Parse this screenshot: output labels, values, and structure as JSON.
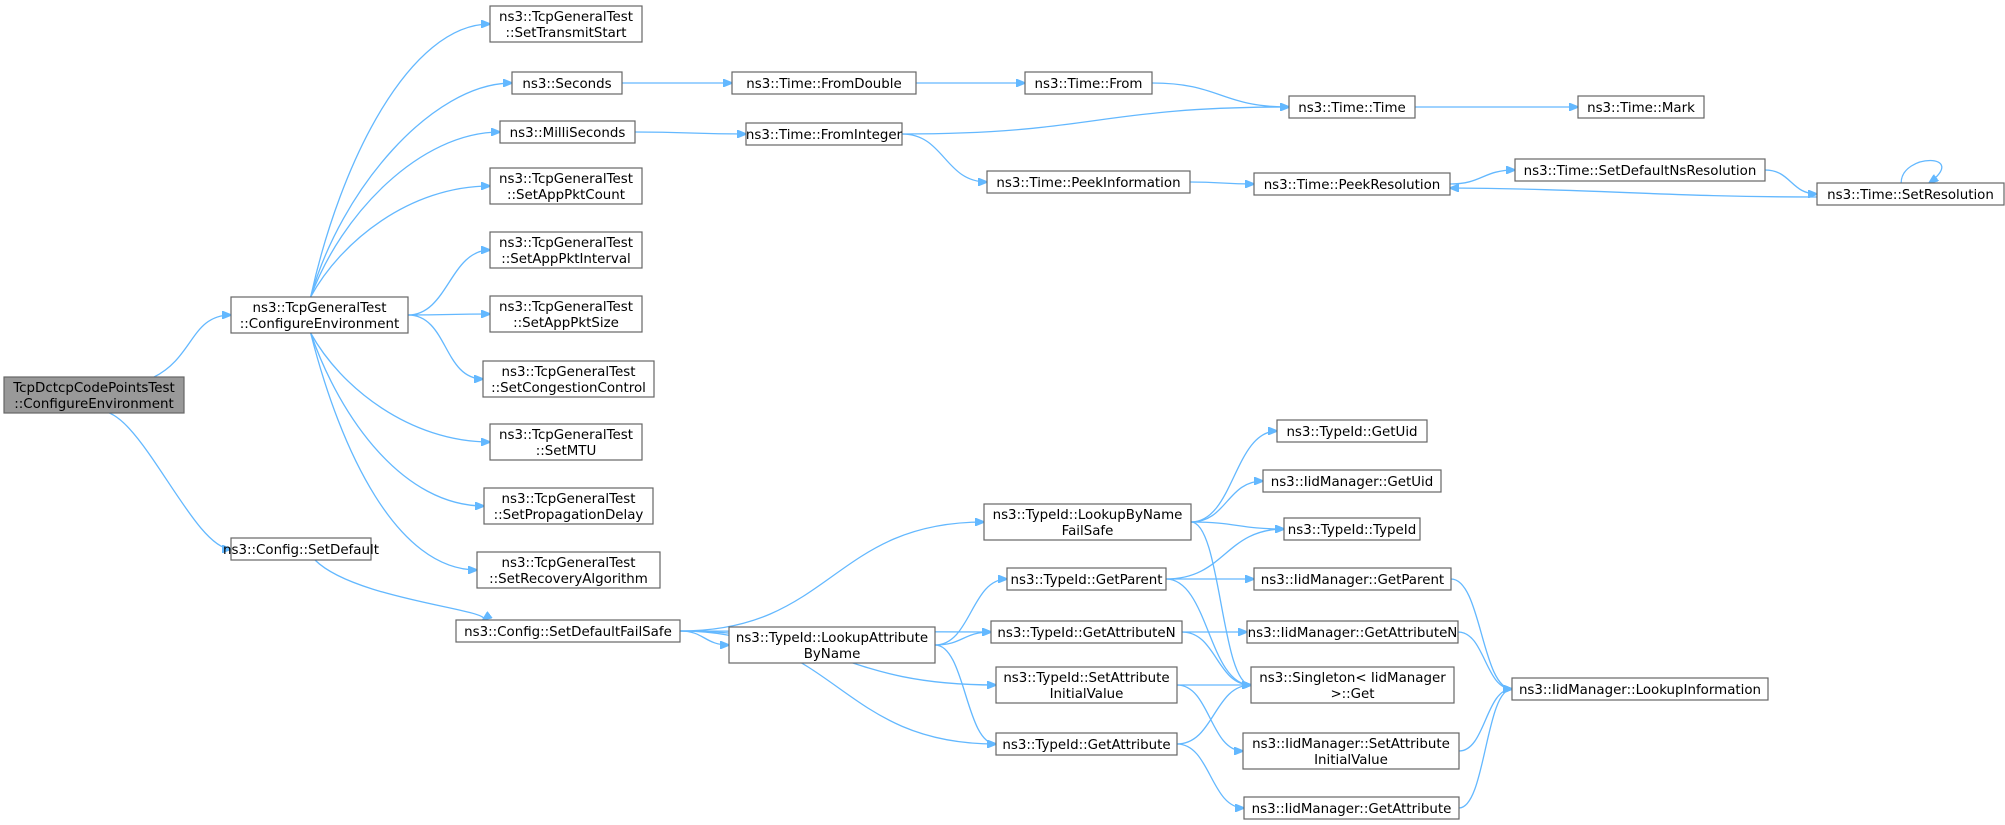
{
  "diagram": {
    "type": "call-graph",
    "colors": {
      "edge": "#63b8ff",
      "node_border": "#666666",
      "root_fill": "#999999",
      "node_fill": "#ffffff"
    },
    "nodes": [
      {
        "id": "root",
        "lines": [
          "TcpDctcpCodePointsTest",
          "::ConfigureEnvironment"
        ],
        "root": true
      },
      {
        "id": "tgt_conf",
        "lines": [
          "ns3::TcpGeneralTest",
          "::ConfigureEnvironment"
        ]
      },
      {
        "id": "cfg_setdef",
        "lines": [
          "ns3::Config::SetDefault"
        ]
      },
      {
        "id": "set_tx",
        "lines": [
          "ns3::TcpGeneralTest",
          "::SetTransmitStart"
        ]
      },
      {
        "id": "seconds",
        "lines": [
          "ns3::Seconds"
        ]
      },
      {
        "id": "millis",
        "lines": [
          "ns3::MilliSeconds"
        ]
      },
      {
        "id": "pktcount",
        "lines": [
          "ns3::TcpGeneralTest",
          "::SetAppPktCount"
        ]
      },
      {
        "id": "pktint",
        "lines": [
          "ns3::TcpGeneralTest",
          "::SetAppPktInterval"
        ]
      },
      {
        "id": "pktsize",
        "lines": [
          "ns3::TcpGeneralTest",
          "::SetAppPktSize"
        ]
      },
      {
        "id": "congctl",
        "lines": [
          "ns3::TcpGeneralTest",
          "::SetCongestionControl"
        ]
      },
      {
        "id": "mtu",
        "lines": [
          "ns3::TcpGeneralTest",
          "::SetMTU"
        ]
      },
      {
        "id": "propdel",
        "lines": [
          "ns3::TcpGeneralTest",
          "::SetPropagationDelay"
        ]
      },
      {
        "id": "recalg",
        "lines": [
          "ns3::TcpGeneralTest",
          "::SetRecoveryAlgorithm"
        ]
      },
      {
        "id": "failsafe",
        "lines": [
          "ns3::Config::SetDefaultFailSafe"
        ]
      },
      {
        "id": "fromdouble",
        "lines": [
          "ns3::Time::FromDouble"
        ]
      },
      {
        "id": "fromint",
        "lines": [
          "ns3::Time::FromInteger"
        ]
      },
      {
        "id": "from",
        "lines": [
          "ns3::Time::From"
        ]
      },
      {
        "id": "peekinfo",
        "lines": [
          "ns3::Time::PeekInformation"
        ]
      },
      {
        "id": "time",
        "lines": [
          "ns3::Time::Time"
        ]
      },
      {
        "id": "peekres",
        "lines": [
          "ns3::Time::PeekResolution"
        ]
      },
      {
        "id": "mark",
        "lines": [
          "ns3::Time::Mark"
        ]
      },
      {
        "id": "setdefns",
        "lines": [
          "ns3::Time::SetDefaultNsResolution"
        ]
      },
      {
        "id": "setres",
        "lines": [
          "ns3::Time::SetResolution"
        ]
      },
      {
        "id": "lookupattr",
        "lines": [
          "ns3::TypeId::LookupAttribute",
          "ByName"
        ]
      },
      {
        "id": "lookupname",
        "lines": [
          "ns3::TypeId::LookupByName",
          "FailSafe"
        ]
      },
      {
        "id": "getparent",
        "lines": [
          "ns3::TypeId::GetParent"
        ]
      },
      {
        "id": "getattrn",
        "lines": [
          "ns3::TypeId::GetAttributeN"
        ]
      },
      {
        "id": "setattrinit",
        "lines": [
          "ns3::TypeId::SetAttribute",
          "InitialValue"
        ]
      },
      {
        "id": "getattr",
        "lines": [
          "ns3::TypeId::GetAttribute"
        ]
      },
      {
        "id": "getuid",
        "lines": [
          "ns3::TypeId::GetUid"
        ]
      },
      {
        "id": "iid_getuid",
        "lines": [
          "ns3::IidManager::GetUid"
        ]
      },
      {
        "id": "typeid",
        "lines": [
          "ns3::TypeId::TypeId"
        ]
      },
      {
        "id": "iid_getparent",
        "lines": [
          "ns3::IidManager::GetParent"
        ]
      },
      {
        "id": "iid_getattrn",
        "lines": [
          "ns3::IidManager::GetAttributeN"
        ]
      },
      {
        "id": "singleton",
        "lines": [
          "ns3::Singleton< IidManager",
          ">::Get"
        ]
      },
      {
        "id": "iid_setattr",
        "lines": [
          "ns3::IidManager::SetAttribute",
          "InitialValue"
        ]
      },
      {
        "id": "iid_getattr",
        "lines": [
          "ns3::IidManager::GetAttribute"
        ]
      },
      {
        "id": "iid_lookup",
        "lines": [
          "ns3::IidManager::LookupInformation"
        ]
      }
    ],
    "edges": [
      [
        "root",
        "tgt_conf"
      ],
      [
        "root",
        "cfg_setdef"
      ],
      [
        "tgt_conf",
        "set_tx"
      ],
      [
        "tgt_conf",
        "seconds"
      ],
      [
        "tgt_conf",
        "millis"
      ],
      [
        "tgt_conf",
        "pktcount"
      ],
      [
        "tgt_conf",
        "pktint"
      ],
      [
        "tgt_conf",
        "pktsize"
      ],
      [
        "tgt_conf",
        "congctl"
      ],
      [
        "tgt_conf",
        "mtu"
      ],
      [
        "tgt_conf",
        "propdel"
      ],
      [
        "tgt_conf",
        "recalg"
      ],
      [
        "cfg_setdef",
        "failsafe"
      ],
      [
        "seconds",
        "fromdouble"
      ],
      [
        "millis",
        "fromint"
      ],
      [
        "fromdouble",
        "from"
      ],
      [
        "from",
        "time"
      ],
      [
        "fromint",
        "time"
      ],
      [
        "fromint",
        "peekinfo"
      ],
      [
        "time",
        "mark"
      ],
      [
        "peekinfo",
        "peekres"
      ],
      [
        "peekres",
        "setdefns"
      ],
      [
        "setdefns",
        "setres"
      ],
      [
        "setres",
        "peekres"
      ],
      [
        "setres",
        "setres"
      ],
      [
        "failsafe",
        "lookupname"
      ],
      [
        "failsafe",
        "lookupattr"
      ],
      [
        "failsafe",
        "getattrn"
      ],
      [
        "failsafe",
        "setattrinit"
      ],
      [
        "failsafe",
        "getattr"
      ],
      [
        "lookupattr",
        "getparent"
      ],
      [
        "lookupattr",
        "getattrn"
      ],
      [
        "lookupattr",
        "getattr"
      ],
      [
        "lookupname",
        "getuid"
      ],
      [
        "lookupname",
        "iid_getuid"
      ],
      [
        "lookupname",
        "typeid"
      ],
      [
        "lookupname",
        "singleton"
      ],
      [
        "getparent",
        "typeid"
      ],
      [
        "getparent",
        "iid_getparent"
      ],
      [
        "getparent",
        "singleton"
      ],
      [
        "getattrn",
        "iid_getattrn"
      ],
      [
        "getattrn",
        "singleton"
      ],
      [
        "setattrinit",
        "singleton"
      ],
      [
        "setattrinit",
        "iid_setattr"
      ],
      [
        "getattr",
        "singleton"
      ],
      [
        "getattr",
        "iid_getattr"
      ],
      [
        "iid_getparent",
        "iid_lookup"
      ],
      [
        "iid_getattrn",
        "iid_lookup"
      ],
      [
        "iid_setattr",
        "iid_lookup"
      ],
      [
        "iid_getattr",
        "iid_lookup"
      ]
    ]
  }
}
